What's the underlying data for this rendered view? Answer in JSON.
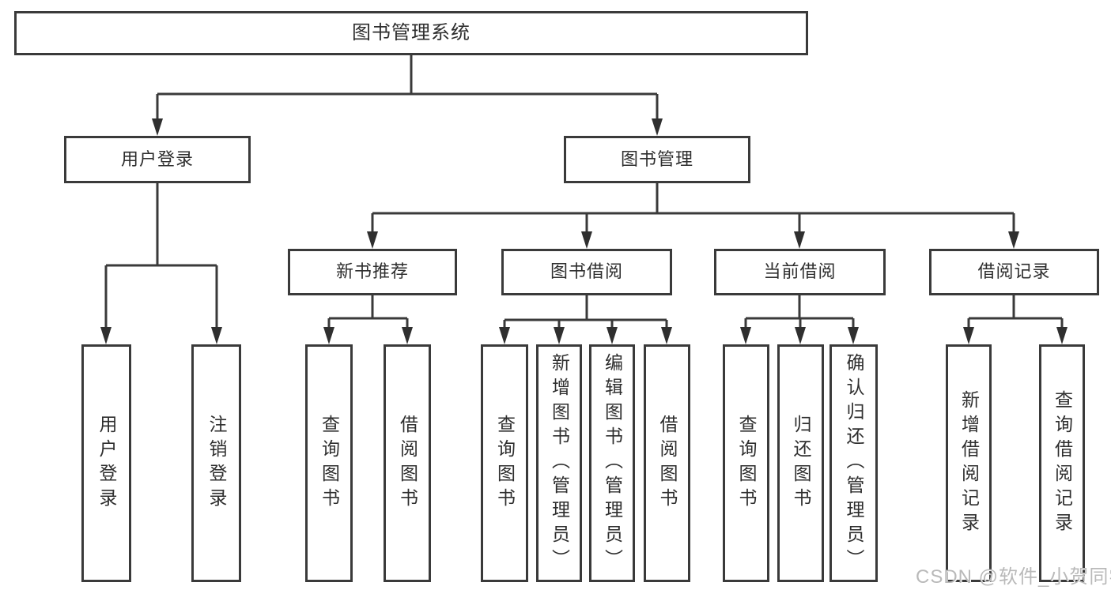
{
  "tree": {
    "root": {
      "label": "图书管理系统"
    },
    "branches": [
      {
        "label": "用户登录",
        "children": [
          {
            "label": "用户登录"
          },
          {
            "label": "注销登录"
          }
        ]
      },
      {
        "label": "图书管理",
        "children": [
          {
            "label": "新书推荐",
            "children": [
              {
                "label": "查询图书"
              },
              {
                "label": "借阅图书"
              }
            ]
          },
          {
            "label": "图书借阅",
            "children": [
              {
                "label": "查询图书"
              },
              {
                "label": "新增图书（管理员）"
              },
              {
                "label": "编辑图书（管理员）"
              },
              {
                "label": "借阅图书"
              }
            ]
          },
          {
            "label": "当前借阅",
            "children": [
              {
                "label": "查询图书"
              },
              {
                "label": "归还图书"
              },
              {
                "label": "确认归还（管理员）"
              }
            ]
          },
          {
            "label": "借阅记录",
            "children": [
              {
                "label": "新增借阅记录"
              },
              {
                "label": "查询借阅记录"
              }
            ]
          }
        ]
      }
    ]
  },
  "watermark": {
    "text": "CSDN @软件_小贺同学"
  },
  "colors": {
    "line": "#3a3a3a",
    "box_border": "#3a3a3a",
    "text": "#2e2e2e",
    "watermark": "#b9b9b9",
    "background": "#ffffff"
  }
}
